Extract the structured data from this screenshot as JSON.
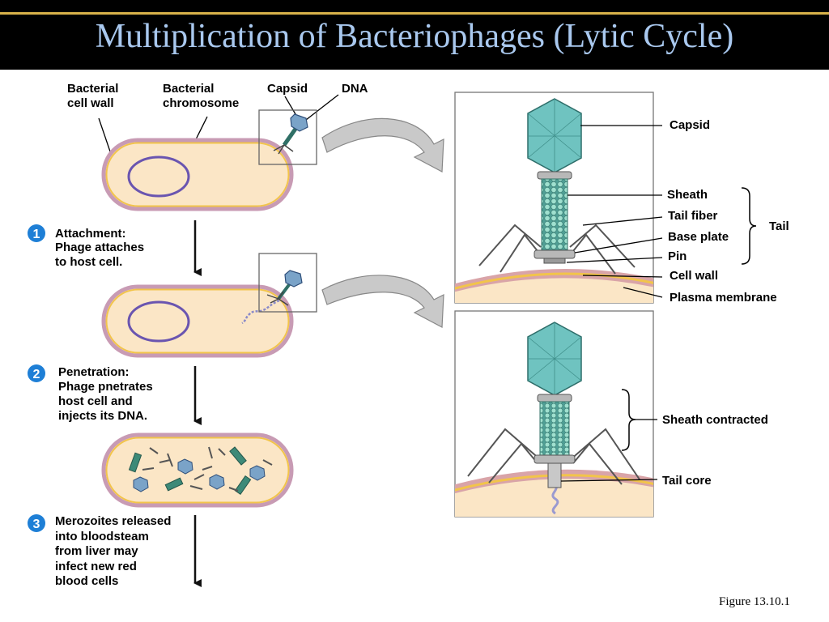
{
  "title": "Multiplication of Bacteriophages (Lytic Cycle)",
  "labels": {
    "bacterial_cell_wall": [
      "Bacterial",
      "cell wall"
    ],
    "bacterial_chromosome": [
      "Bacterial",
      "chromosome"
    ],
    "capsid_small": "Capsid",
    "dna": "DNA",
    "capsid": "Capsid",
    "sheath": "Sheath",
    "tail_fiber": "Tail fiber",
    "base_plate": "Base plate",
    "pin": "Pin",
    "cell_wall": "Cell wall",
    "plasma_membrane": "Plasma membrane",
    "tail": "Tail",
    "sheath_contracted": "Sheath contracted",
    "tail_core": "Tail core"
  },
  "steps": [
    {
      "number": "1",
      "lines": [
        "Attachment:",
        "Phage attaches",
        "to host cell."
      ]
    },
    {
      "number": "2",
      "lines": [
        "Penetration:",
        "Phage pnetrates",
        "host cell and",
        "injects its DNA."
      ]
    },
    {
      "number": "3",
      "lines": [
        "Merozoites released",
        "into bloodsteam",
        "from liver may",
        "infect new red",
        "blood cells"
      ]
    }
  ],
  "figure_caption": "Figure 13.10.1",
  "colors": {
    "header_bg": "#000000",
    "title": "#a9c8ee",
    "header_rule": "#d8b24a",
    "cell_fill": "#fbe6c6",
    "cell_wall": "#c89bb4",
    "cell_membrane": "#f2c44a",
    "chromosome": "#6a55b0",
    "capsid": "#6fc3c0",
    "step_badge": "#1e7fd6"
  }
}
